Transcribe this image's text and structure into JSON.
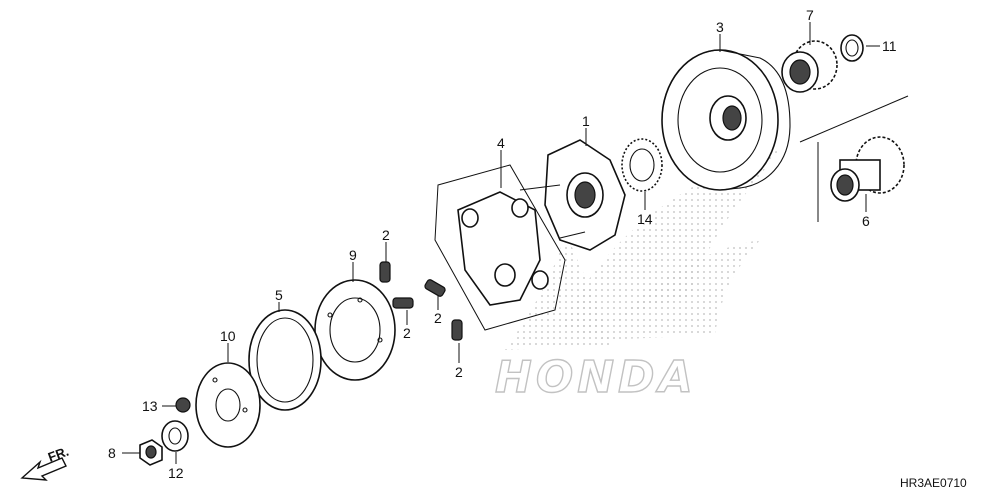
{
  "watermark": {
    "brand": "HONDA"
  },
  "direction_arrow": {
    "label": "FR."
  },
  "reference_code": "HR3AE0710",
  "callouts": {
    "c1": "1",
    "c2a": "2",
    "c2b": "2",
    "c2c": "2",
    "c2d": "2",
    "c3": "3",
    "c4": "4",
    "c5": "5",
    "c6": "6",
    "c7": "7",
    "c8": "8",
    "c9": "9",
    "c10": "10",
    "c11": "11",
    "c12": "12",
    "c13": "13",
    "c14": "14"
  }
}
